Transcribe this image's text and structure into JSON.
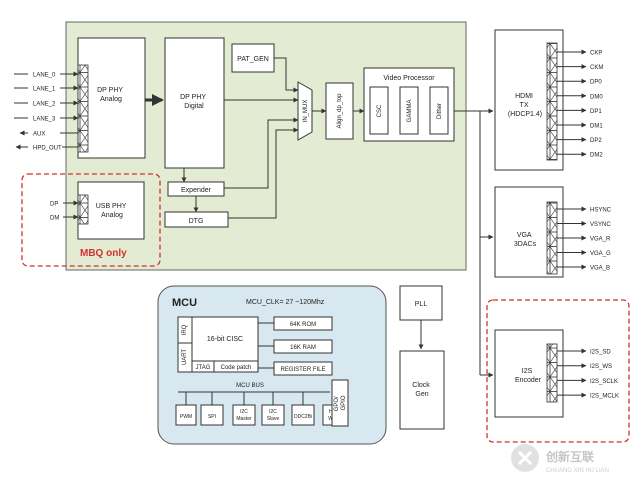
{
  "colors": {
    "green_panel": "#e3ecd2",
    "mcu_panel": "#d8e8f0",
    "accent_red": "#d0322d",
    "line": "#333333"
  },
  "dp_lanes": [
    "LANE_0",
    "LANE_1",
    "LANE_2",
    "LANE_3",
    "AUX",
    "HPD_OUT"
  ],
  "usb_pins": [
    "DP",
    "DM"
  ],
  "blocks": {
    "dp_phy_analog": "DP PHY\nAnalog",
    "dp_phy_digital": "DP PHY\nDigital",
    "pat_gen": "PAT_GEN",
    "in_mux": "IN_MUX",
    "align": "Align_dp_top",
    "video_processor": "Video Processor",
    "csc": "CSC",
    "gamma": "GAMMA",
    "dither": "Dither",
    "expender": "Expender",
    "dtg": "DTG",
    "usb_phy": "USB PHY\nAnalog",
    "mbq_only": "MBQ only",
    "hdmi_tx": "HDMI\nTX\n(HDCP1.4)",
    "vga": "VGA\n3DACs",
    "i2s": "I2S\nEncoder",
    "pll": "PLL",
    "clock_gen": "Clock\nGen"
  },
  "hdmi_pins": [
    "CKP",
    "CKM",
    "DP0",
    "DM0",
    "DP1",
    "DM1",
    "DP2",
    "DM2"
  ],
  "vga_pins": [
    "HSYNC",
    "VSYNC",
    "VGA_R",
    "VGA_G",
    "VGA_B"
  ],
  "i2s_pins": [
    "I2S_SD",
    "I2S_WS",
    "I2S_SCLK",
    "I2S_MCLK"
  ],
  "mcu": {
    "title": "MCU",
    "clock": "MCU_CLK= 27 ~120Mhz",
    "irq": "IRQ",
    "uart": "UART",
    "cpu": "16-bit CISC",
    "jtag": "JTAG",
    "code_patch": "Code patch",
    "rom": "64K ROM",
    "ram": "16K RAM",
    "register_file": "REGISTER FILE",
    "bus": "MCU BUS",
    "peripherals": [
      "PWM",
      "SPI",
      "I2C\nMaster",
      "I2C\nSlave",
      "DDC2Bi",
      "H/W\nWDT"
    ],
    "gpio": "GPO/\nGPIO"
  },
  "watermark": {
    "brand": "创新互联",
    "sub": "CHUANG XIN HU LIAN"
  }
}
